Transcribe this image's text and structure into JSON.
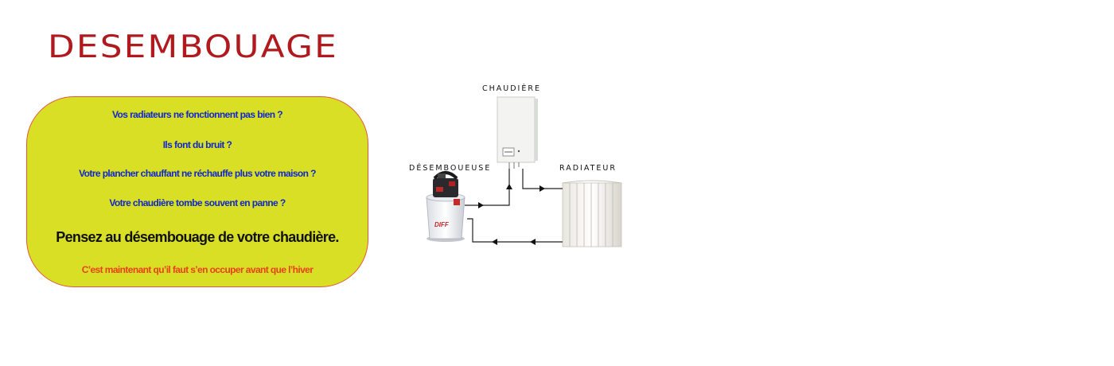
{
  "page": {
    "title": "DESEMBOUAGE"
  },
  "bubble": {
    "questions": [
      "Vos radiateurs ne fonctionnent pas bien ?",
      "Ils font du bruit ?",
      "Votre plancher chauffant ne  réchauffe plus votre maison ?",
      "Votre chaudière tombe souvent en panne ?"
    ],
    "cta": "Pensez au désembouage de votre chaudière.",
    "note": "C’est maintenant qu’il faut s’en occuper avant que l’hiver"
  },
  "diagram": {
    "boiler_label": "CHAUDIÈRE",
    "pump_label": "DÉSEMBOUEUSE",
    "radiator_label": "RADIATEUR",
    "pump_brand": "DIFF"
  },
  "colors": {
    "title": "#b01a1f",
    "bubble_fill": "#d8df25",
    "question_text": "#1028c8",
    "cta_text": "#111111",
    "note_text": "#e8411a"
  }
}
